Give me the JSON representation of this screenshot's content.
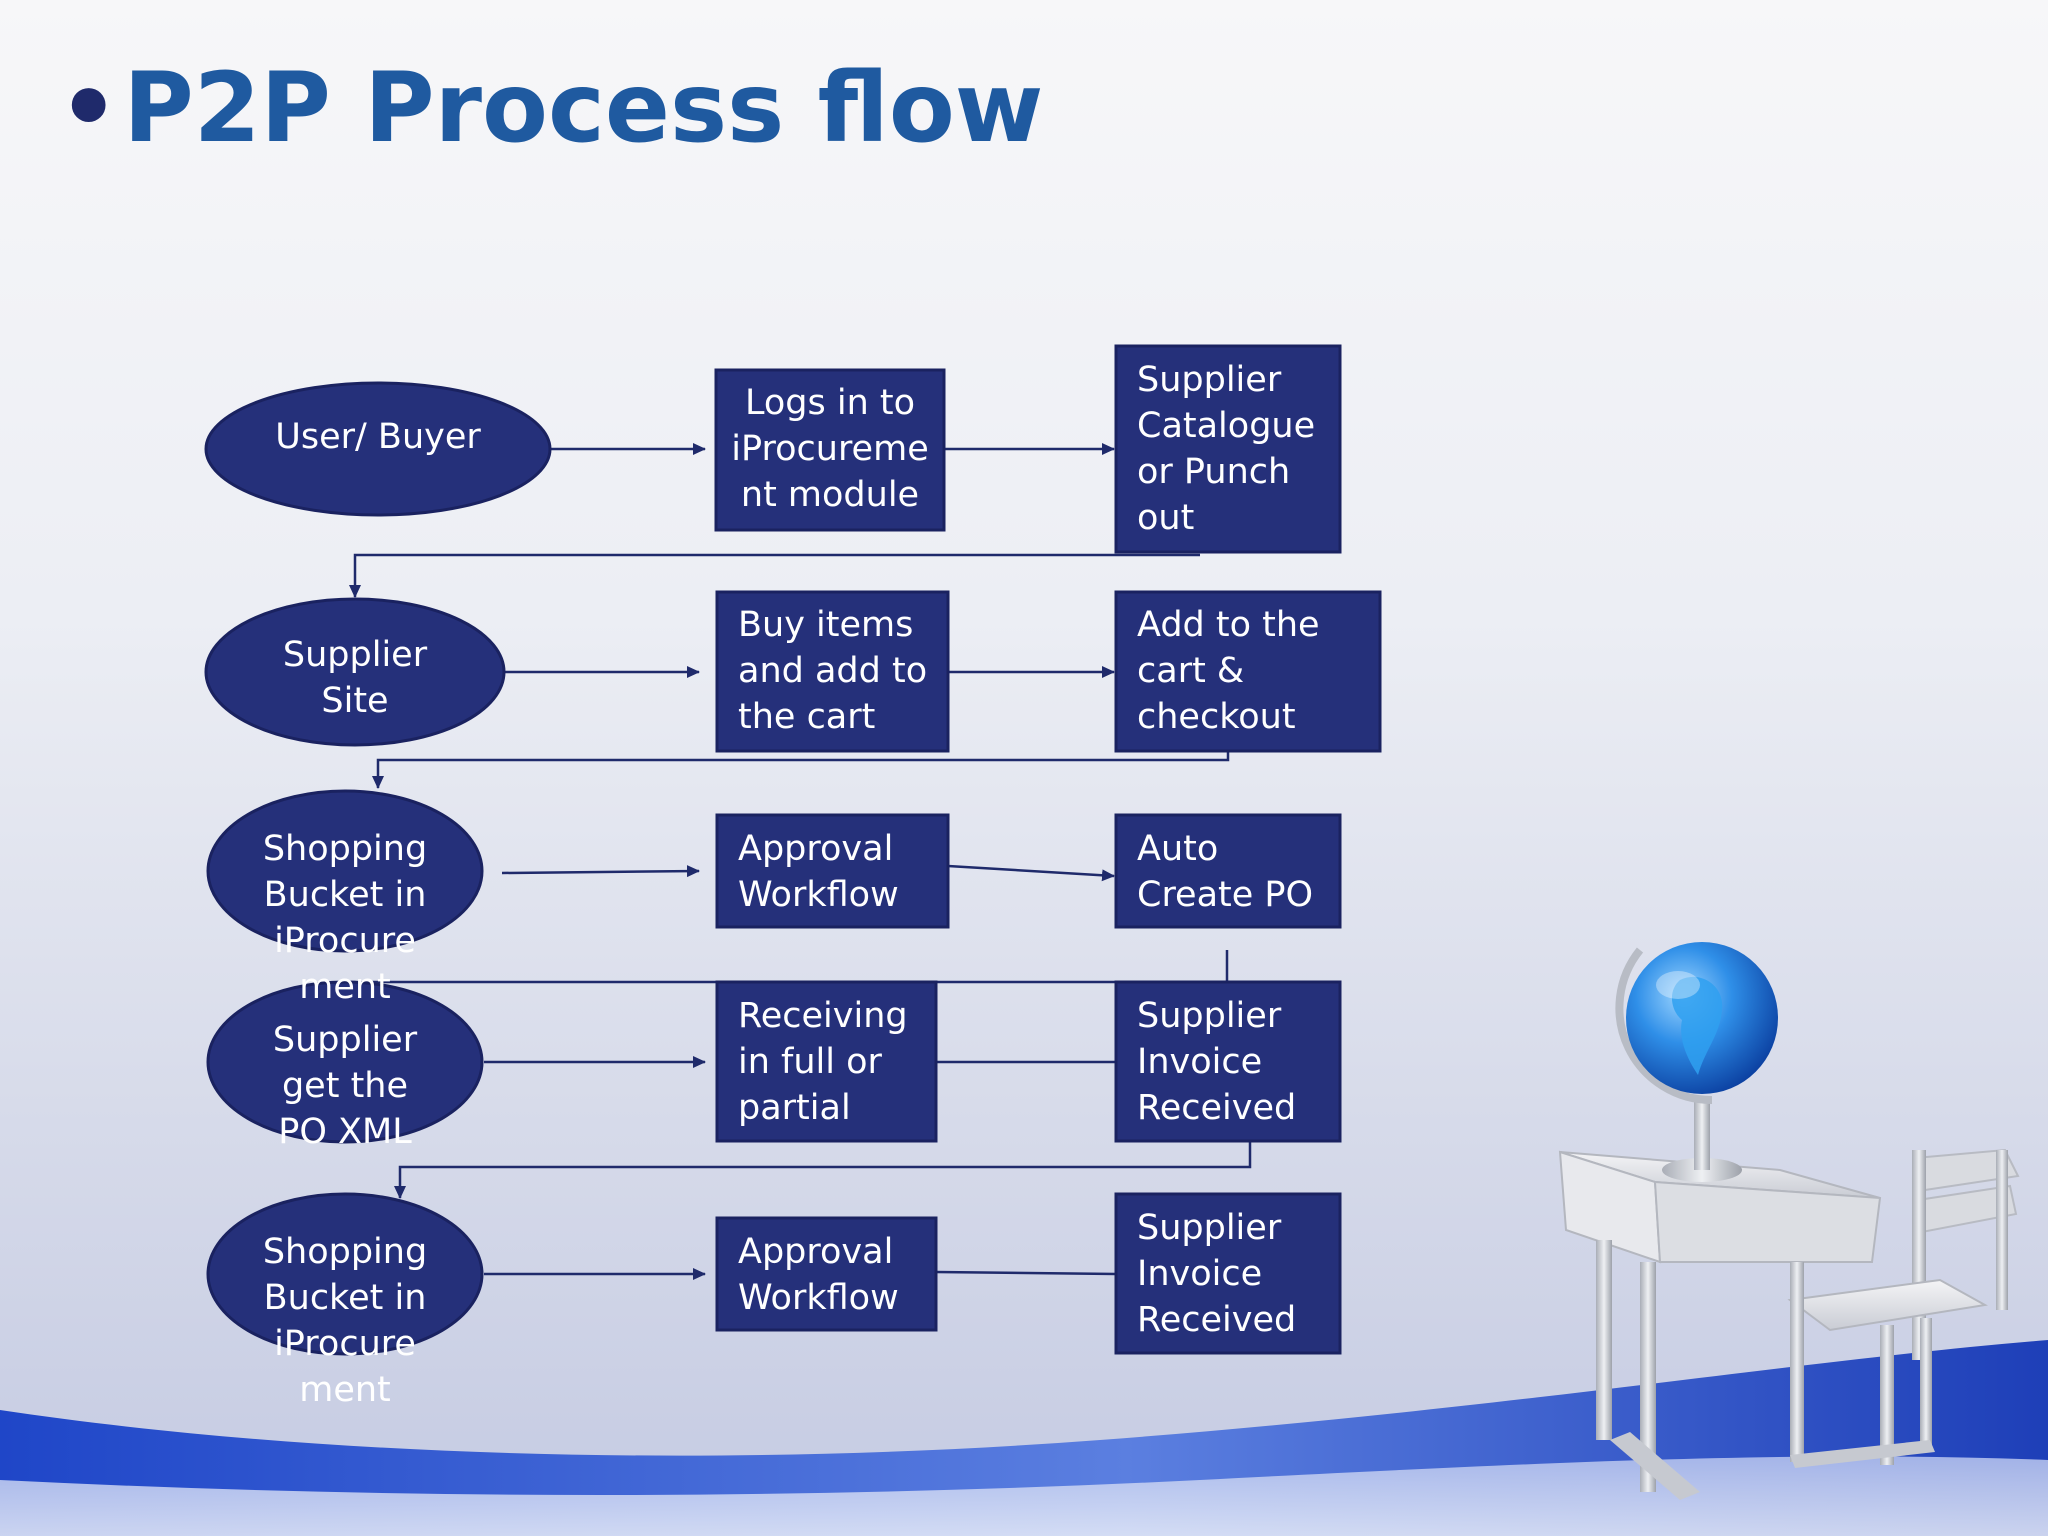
{
  "slide": {
    "title_bullet": "•",
    "title": "P2P Process flow"
  },
  "colors": {
    "node_fill": "#25307a",
    "node_stroke": "#1a2260",
    "line": "#1f2a6b",
    "title": "#1f5aa0",
    "wave_dark": "#1f46c8",
    "wave_light": "#6f8ee6"
  },
  "nodes": {
    "user_buyer": "User/ Buyer",
    "logs_in": "Logs in to\niProcureme\nnt module",
    "supplier_catalogue": "Supplier\nCatalogue\nor Punch\nout",
    "supplier_site": "Supplier\nSite",
    "buy_items": "Buy items\nand add to\nthe cart",
    "add_to_cart": "Add to the\ncart  &\ncheckout",
    "shopping_bucket_1": "Shopping\nBucket in\niProcure\nment",
    "approval_workflow_1": "Approval\nWorkflow",
    "auto_create_po": "Auto\nCreate PO",
    "supplier_po_xml": "Supplier\nget the\nPO XML",
    "receiving": "Receiving\nin full or\npartial",
    "supplier_invoice_1": "Supplier\nInvoice\nReceived",
    "shopping_bucket_2": "Shopping\nBucket in\niProcure\nment",
    "approval_workflow_2": "Approval\nWorkflow",
    "supplier_invoice_2": "Supplier\nInvoice\nReceived"
  },
  "decor": {
    "illustration": "globe-on-desk-icon"
  }
}
